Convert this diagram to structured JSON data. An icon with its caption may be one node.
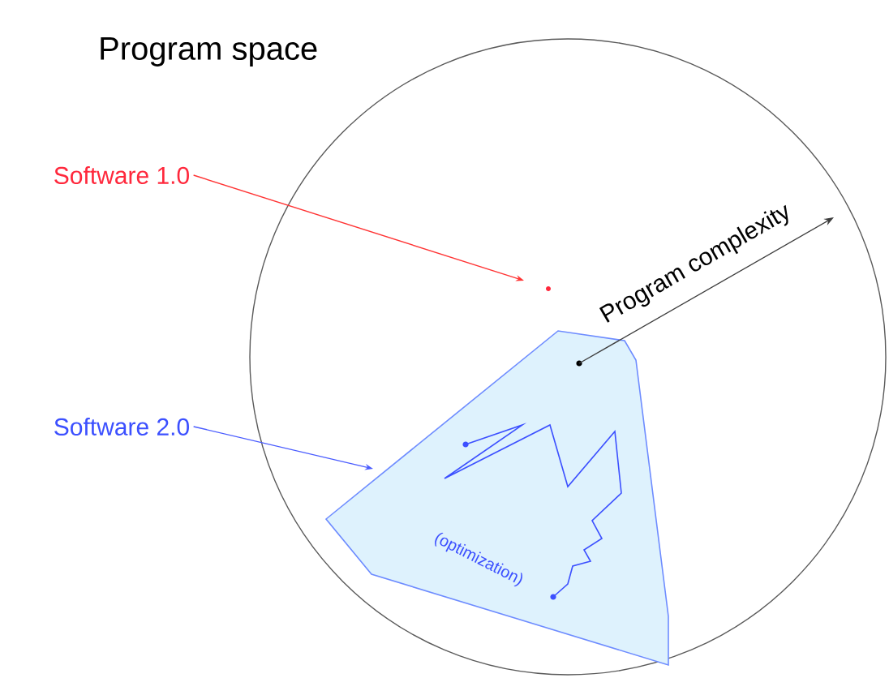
{
  "diagram": {
    "nodes": [
      {
        "text": [
          "Program space"
        ]
      },
      {
        "text": [
          "Software 1.0"
        ]
      },
      {
        "text": [],
        "shape": "circle",
        "in": 0
      },
      {
        "text": [
          "Software 2.0"
        ]
      },
      {
        "text": [
          "(optimization)"
        ],
        "in": 0
      }
    ],
    "edges": [
      {
        "from": 1,
        "to": 2,
        "arrow": "to",
        "color": "#ff3333"
      },
      {
        "from": 3,
        "to": 4,
        "arrow": "to",
        "color": "#4a5cff"
      }
    ],
    "labels": [
      "Program complexity"
    ]
  }
}
